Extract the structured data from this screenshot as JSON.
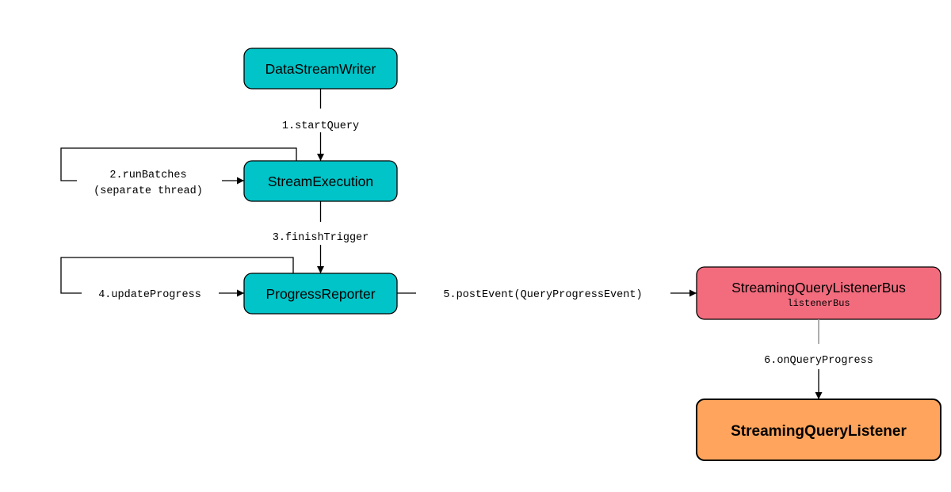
{
  "colors": {
    "cyan_node": "#00c4c8",
    "pink_node": "#f26c7e",
    "orange_node": "#ffa45c"
  },
  "nodes": {
    "data_stream_writer": "DataStreamWriter",
    "stream_execution": "StreamExecution",
    "progress_reporter": "ProgressReporter",
    "listener_bus": "StreamingQueryListenerBus",
    "listener_bus_sub": "listenerBus",
    "listener": "StreamingQueryListener"
  },
  "edges": {
    "start_query": "1.startQuery",
    "run_batches_1": "2.runBatches",
    "run_batches_2": "(separate thread)",
    "finish_trigger": "3.finishTrigger",
    "update_progress": "4.updateProgress",
    "post_event": "5.postEvent(QueryProgressEvent)",
    "on_query_progress": "6.onQueryProgress"
  }
}
